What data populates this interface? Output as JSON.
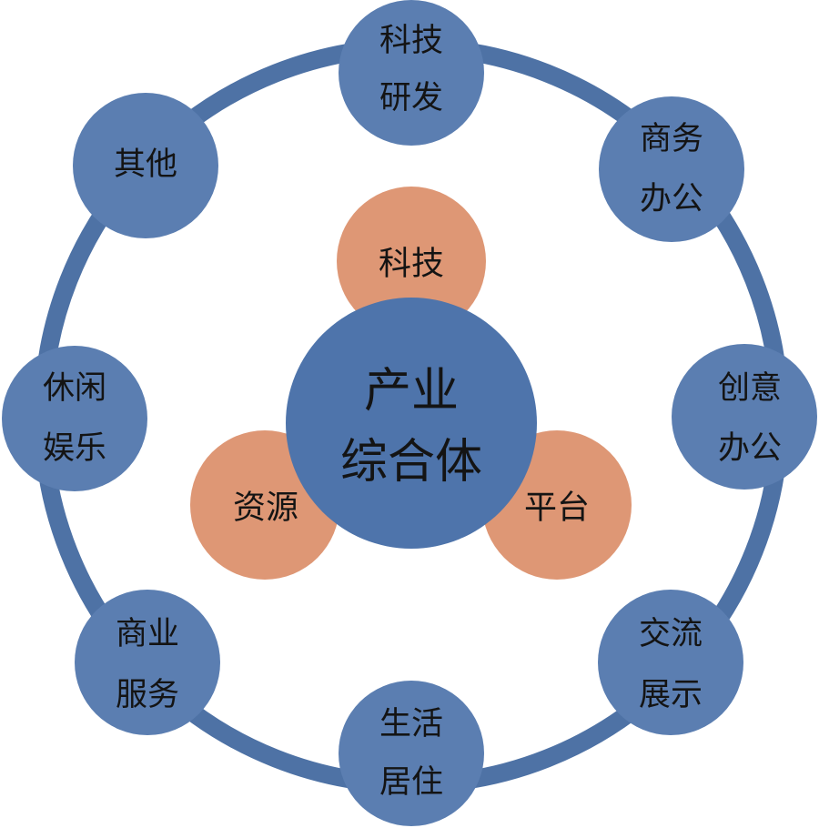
{
  "colors": {
    "ring": "#4E72A5",
    "outer_node": "#5B7EB1",
    "inner_node": "#DE9775",
    "core_node": "#4E74AB",
    "text": "#141414"
  },
  "core": {
    "line1": "产业",
    "line2": "综合体"
  },
  "inner_nodes": [
    {
      "key": "tech",
      "label": "科技"
    },
    {
      "key": "resources",
      "label": "资源"
    },
    {
      "key": "platform",
      "label": "平台"
    }
  ],
  "outer_nodes": [
    {
      "key": "tech-rd",
      "line1": "科技",
      "line2": "研发"
    },
    {
      "key": "business-office",
      "line1": "商务",
      "line2": "办公"
    },
    {
      "key": "creative-office",
      "line1": "创意",
      "line2": "办公"
    },
    {
      "key": "exchange-exhibition",
      "line1": "交流",
      "line2": "展示"
    },
    {
      "key": "living-residence",
      "line1": "生活",
      "line2": "居住"
    },
    {
      "key": "commercial-service",
      "line1": "商业",
      "line2": "服务"
    },
    {
      "key": "leisure-entertainment",
      "line1": "休闲",
      "line2": "娱乐"
    },
    {
      "key": "other",
      "line1": "其他"
    }
  ]
}
